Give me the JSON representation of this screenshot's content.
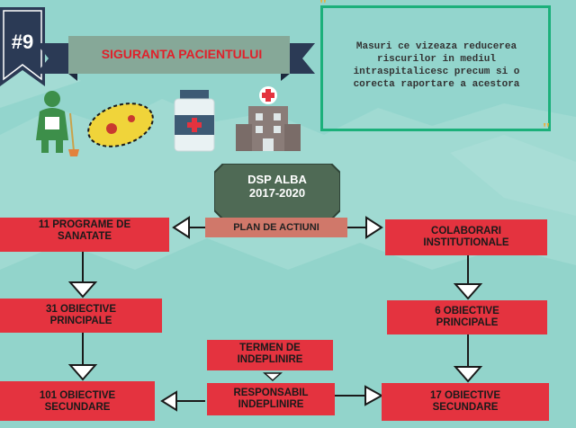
{
  "badge": {
    "label": "#9"
  },
  "title": {
    "text": "SIGURANTA PACIENTULUI"
  },
  "quote": {
    "lines": [
      "Masuri ce vizeaza reducerea",
      "riscurilor in mediul",
      "intraspitalicesc precum si o",
      "corecta raportare a acestora"
    ],
    "mark_open": "\"",
    "mark_close": "\""
  },
  "icons": [
    "cleaner-icon",
    "bacteria-icon",
    "medicine-jar-icon",
    "hospital-icon"
  ],
  "center": {
    "title_line1": "DSP ALBA",
    "title_line2": "2017-2020",
    "plan": "PLAN DE ACTIUNI"
  },
  "left_column": {
    "top_line1": "11 PROGRAME DE",
    "top_line2": "SANATATE",
    "mid_line1": "31 OBIECTIVE",
    "mid_line2": "PRINCIPALE",
    "bot_line1": "101 OBIECTIVE",
    "bot_line2": "SECUNDARE"
  },
  "right_column": {
    "top_line1": "COLABORARI",
    "top_line2": "INSTITUTIONALE",
    "mid_line1": "6 OBIECTIVE",
    "mid_line2": "PRINCIPALE",
    "bot_line1": "17 OBIECTIVE",
    "bot_line2": "SECUNDARE"
  },
  "bottom_center": {
    "term_line1": "TERMEN DE",
    "term_line2": "INDEPLINIRE",
    "resp_line1": "RESPONSABIL",
    "resp_line2": "INDEPLINIRE"
  },
  "colors": {
    "background": "#8fd3cb",
    "red": "#e4333f",
    "dark_green": "#4f6a55",
    "accent_green": "#1bb07a",
    "navy": "#2b3a55"
  }
}
